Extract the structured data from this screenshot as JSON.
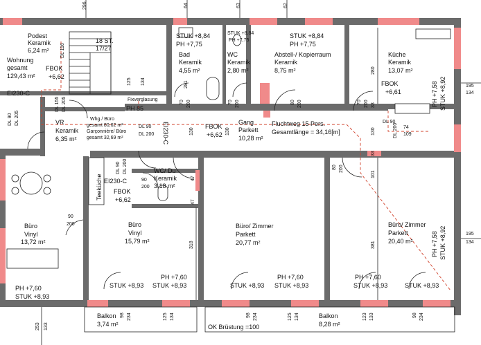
{
  "rooms": [
    {
      "id": "podest",
      "lines": [
        "Podest",
        "Keramik",
        "6,24 m²"
      ]
    },
    {
      "id": "wohnung",
      "lines": [
        "Wohnung",
        "gesamt",
        "129,43 m²"
      ]
    },
    {
      "id": "stair",
      "lines": [
        "18 ST.",
        "17/27"
      ]
    },
    {
      "id": "bad",
      "lines": [
        "Bad",
        "Keramik",
        "4,55 m²"
      ]
    },
    {
      "id": "wc",
      "lines": [
        "WC",
        "Keramik",
        "2,80 m²"
      ]
    },
    {
      "id": "abstell",
      "lines": [
        "Abstell-/ Kopierraum",
        "Keramik",
        "8,75 m²"
      ]
    },
    {
      "id": "kueche",
      "lines": [
        "Küche",
        "Keramik",
        "13,07 m²"
      ]
    },
    {
      "id": "vr",
      "lines": [
        "VR",
        "Keramik",
        "6,35 m²"
      ]
    },
    {
      "id": "gang",
      "lines": [
        "Gang",
        "Parkett",
        "10,28 m²"
      ]
    },
    {
      "id": "wcdu",
      "lines": [
        "WC/ Du",
        "Keramik",
        "3,18 m²"
      ]
    },
    {
      "id": "buero1",
      "lines": [
        "Büro",
        "Vinyl",
        "13,72 m²"
      ]
    },
    {
      "id": "buero2",
      "lines": [
        "Büro",
        "Vinyl",
        "15,79 m²"
      ]
    },
    {
      "id": "buero3",
      "lines": [
        "Büro/ Zimmer",
        "Parkett",
        "20,77 m²"
      ]
    },
    {
      "id": "buero4",
      "lines": [
        "Büro/ Zimmer",
        "Parkett",
        "20,40 m²"
      ]
    },
    {
      "id": "balkon1",
      "lines": [
        "Balkon",
        "3,74 m²"
      ]
    },
    {
      "id": "balkon2",
      "lines": [
        "Balkon",
        "8,28 m²"
      ]
    }
  ],
  "notes": {
    "whg": [
      "Whg./ Büro",
      "gesamt 80,62 m²",
      "Garçonnière/ Büro",
      "gesamt 32,69 m²"
    ],
    "flucht": [
      "Fluchtweg 15 Pers.",
      "Gesamtlänge = 34,16[m]"
    ],
    "teekueche": "Teeküche",
    "fixverglasung": "Fixverglasung",
    "ok_bruestung": "OK Brüstung =100"
  },
  "fbok": [
    "FBOK",
    "+6,62",
    "+6,61"
  ],
  "el": [
    "EI230-C",
    "EI230-C",
    "EI230-C"
  ],
  "stuk_ph": [
    {
      "stuk": "STUK +8,84",
      "ph": "PH +7,75"
    },
    {
      "stuk": "STUK +8,84",
      "ph": "PH +7,75"
    },
    {
      "stuk": "STUK +8,84",
      "ph": "PH +7,75"
    },
    {
      "stuk": "STUK +8,93",
      "ph": "PH +7,60"
    },
    {
      "stuk": "STUK +8,93",
      "ph": "PH +7,60"
    },
    {
      "stuk": "STUK +8,93",
      "ph": "PH +7,60"
    },
    {
      "stuk": "STUK +8,93",
      "ph": "PH +7,60"
    },
    {
      "stuk": "STUK +8,92",
      "ph": "PH +7,58"
    },
    {
      "stuk": "STUK +8,92",
      "ph": "PH +7,58"
    }
  ],
  "stuk_single": "STUK +8,93",
  "ph85": "PH 85",
  "dims": {
    "door_labels": [
      "DL 116",
      "DL 155",
      "DL 205",
      "DL 90",
      "DL 205",
      "DL 90",
      "DL 200",
      "DL 90",
      "DL 200",
      "DL 90",
      "DL 200"
    ],
    "misc": [
      "125",
      "134",
      "281",
      "70",
      "200",
      "70",
      "200",
      "280",
      "70",
      "200",
      "80",
      "200",
      "130",
      "130",
      "130",
      "80",
      "200",
      "90",
      "200",
      "90",
      "200",
      "318",
      "101",
      "381",
      "195",
      "134",
      "195",
      "134",
      "74",
      "109",
      "98",
      "234",
      "125",
      "134",
      "98",
      "234",
      "125",
      "134",
      "123",
      "133",
      "98",
      "234",
      "253",
      "133",
      "296",
      "64",
      "63",
      "62",
      "47",
      "47",
      "33",
      "33"
    ]
  }
}
